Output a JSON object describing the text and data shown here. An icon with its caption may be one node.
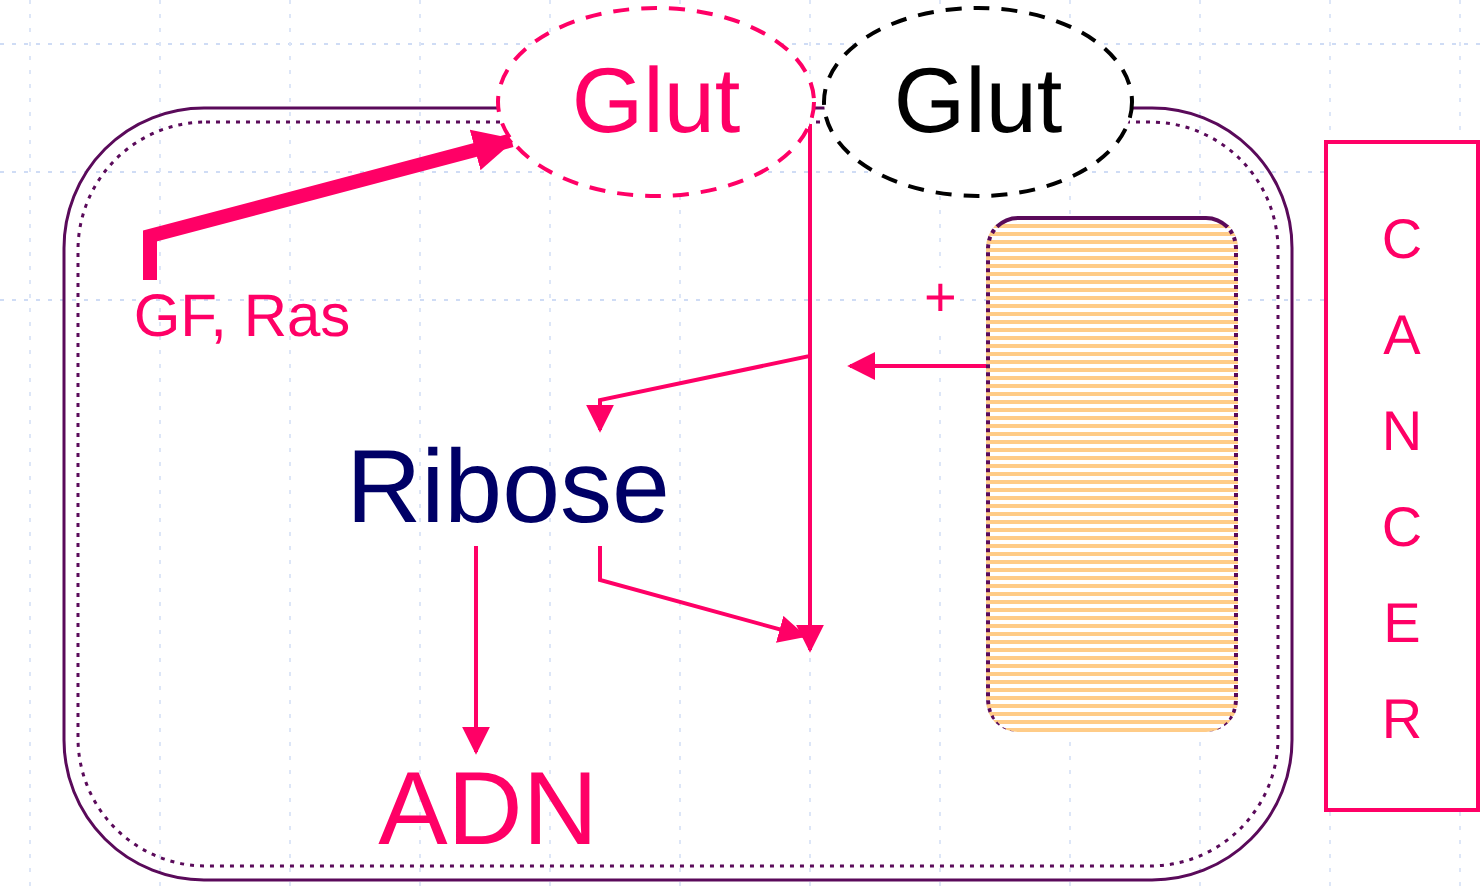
{
  "diagram": {
    "nodes": [
      {
        "text": [],
        "shape": "box"
      },
      {
        "text": [
          "Glut"
        ]
      },
      {
        "text": [
          "Glut"
        ]
      },
      {
        "text": [
          "GF, Ras"
        ],
        "in": 0
      },
      {
        "text": [
          "Ribose"
        ],
        "in": 0
      },
      {
        "text": [
          "ADN"
        ],
        "in": 0
      },
      {
        "text": [],
        "shape": "box",
        "in": 0
      },
      {
        "text": [
          "CANCER"
        ]
      }
    ],
    "edges": [
      {
        "from": 3,
        "to": 1,
        "arrow": "to",
        "style": "thick"
      },
      {
        "from": 1,
        "to": null,
        "arrow": "to"
      },
      {
        "from": 1,
        "to": 4,
        "arrow": "to"
      },
      {
        "from": 4,
        "to": null,
        "arrow": "to"
      },
      {
        "from": 4,
        "to": 5,
        "arrow": "to"
      },
      {
        "from": 6,
        "to": null,
        "arrow": "to",
        "label": "+"
      }
    ]
  }
}
